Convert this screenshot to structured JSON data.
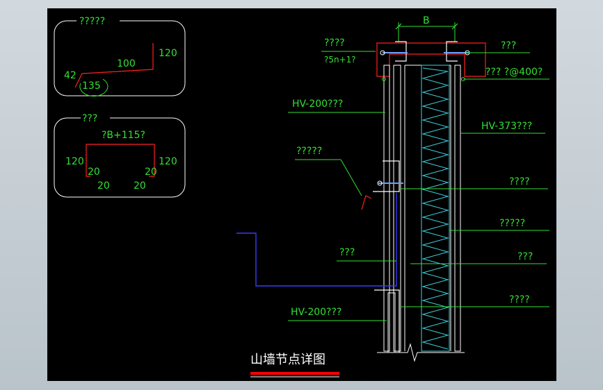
{
  "detail_1": {
    "title": "?????",
    "dim_top": "100",
    "dim_right": "120",
    "dim_left": "42",
    "angle": "135"
  },
  "detail_2": {
    "title": "???",
    "width_label": "?B+115?",
    "dim_left": "120",
    "dim_right": "120",
    "dim_inner_left": "20",
    "dim_inner_right": "20",
    "dim_foot_left": "20",
    "dim_foot_right": "20"
  },
  "section": {
    "width_label": "B",
    "labels_left": {
      "top_callout": "????",
      "top_callout_sub": "?5n+1?",
      "panel_1": "HV-200???",
      "bracket": "?????",
      "gutter": "???",
      "panel_2": "HV-200???"
    },
    "labels_right": {
      "top": "???",
      "fastener": "??? ?@400?",
      "panel": "HV-373???",
      "r4": "????",
      "r5": "?????",
      "r6": "???",
      "r7": "????"
    }
  },
  "drawing_title": "山墙节点详图",
  "colors": {
    "background": "#000000",
    "text": "#33e033",
    "lines": "#33e033",
    "section_lines": "#ffffff",
    "flashing": "#ff2020",
    "insulation": "#3fd6e0",
    "gutter": "#3a3aff",
    "title_underline": "#ff0000"
  }
}
